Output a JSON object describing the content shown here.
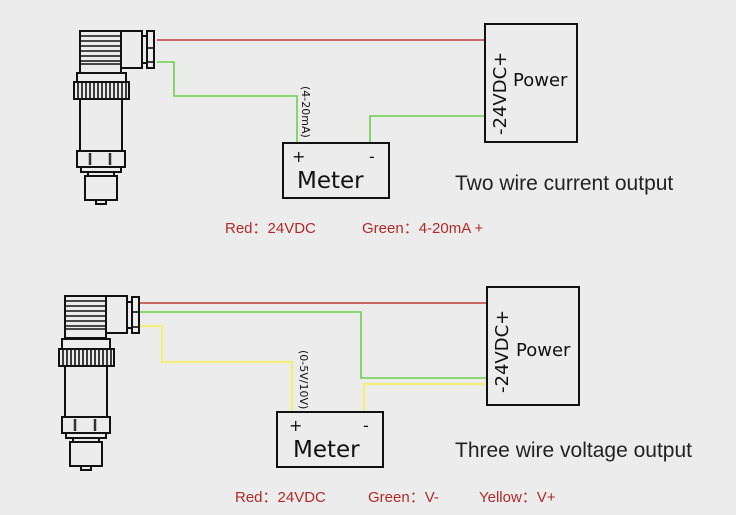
{
  "diagrams": [
    {
      "title": "Two wire current output",
      "meter": {
        "label": "Meter",
        "plus": "+",
        "minus": "-"
      },
      "signal_range": "(4-20mA)",
      "power": {
        "label": "Power",
        "voltage": "-24VDC+"
      },
      "legend": [
        {
          "text": "Red：24VDC"
        },
        {
          "text": "Green：4-20mA +"
        }
      ]
    },
    {
      "title": "Three wire voltage output",
      "meter": {
        "label": "Meter",
        "plus": "+",
        "minus": "-"
      },
      "signal_range": "(0-5V/10V)",
      "power": {
        "label": "Power",
        "voltage": "-24VDC+"
      },
      "legend": [
        {
          "text": "Red：24VDC"
        },
        {
          "text": "Green：V-"
        },
        {
          "text": "Yellow：V+"
        }
      ]
    }
  ],
  "colors": {
    "red_wire": "#c0393b",
    "green_wire": "#6ad14a",
    "yellow_wire": "#f3ee78",
    "legend_text": "#b02a2a"
  }
}
